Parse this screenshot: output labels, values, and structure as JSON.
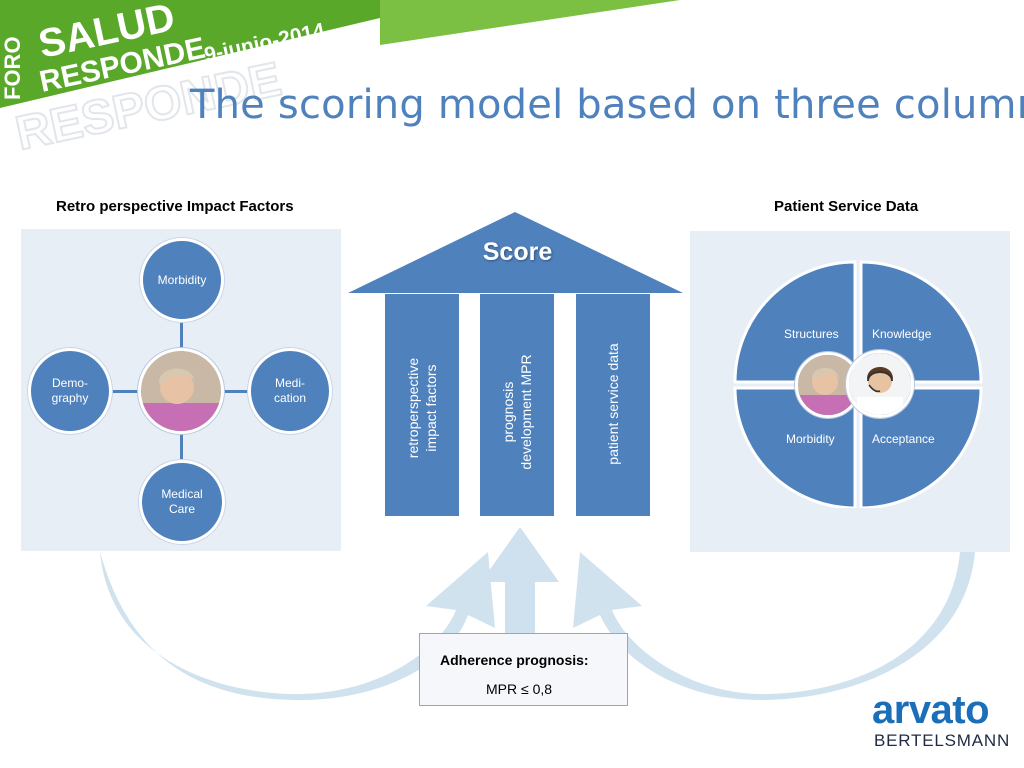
{
  "banner": {
    "foro": "FORO",
    "salud": "SALUD",
    "responde": "RESPONDE",
    "date": "9-junio-2014",
    "watermark": "RESPONDE",
    "green": "#5aa82a"
  },
  "title": "The scoring model based on three columns",
  "left_section": {
    "heading": "Retro perspective Impact Factors",
    "nodes": {
      "top": "Morbidity",
      "left": "Demo-\ngraphy",
      "right": "Medi-\ncation",
      "bottom": "Medical\nCare"
    }
  },
  "center": {
    "roof_label": "Score",
    "columns": [
      "retroperspective\nimpact factors",
      "prognosis\ndevelopment MPR",
      "patient service data"
    ]
  },
  "right_section": {
    "heading": "Patient Service Data",
    "quadrants": {
      "top_left": "Structures",
      "top_right": "Knowledge",
      "bottom_left": "Morbidity",
      "bottom_right": "Acceptance"
    }
  },
  "adherence": {
    "title": "Adherence  prognosis:",
    "value": "MPR ≤ 0,8"
  },
  "logo": {
    "name": "arvato",
    "sub": "BERTELSMANN"
  },
  "colors": {
    "primary": "#4f81bd",
    "panel": "#e8eef6",
    "arrow": "#cfe0ee",
    "title": "#4f81bd"
  }
}
